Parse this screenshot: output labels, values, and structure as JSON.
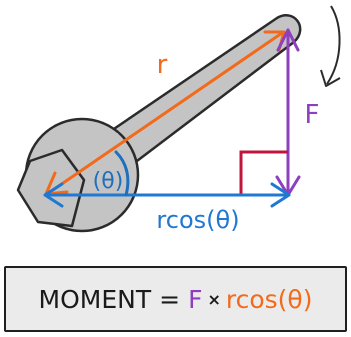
{
  "diagram": {
    "labels": {
      "r": "r",
      "F": "F",
      "theta": "(θ)",
      "rcos": "rcos(θ)"
    },
    "colors": {
      "r": "#f26a1b",
      "F": "#8e3fbe",
      "theta": "#1f6fbf",
      "rcos": "#1f78d1",
      "right_angle": "#c0143c",
      "wrench_fill": "#c4c4c4",
      "outline": "#2b2b2b",
      "formula_bg": "#ebebeb"
    },
    "icons": {
      "wrench": "wrench-icon",
      "bolt": "hex-bolt-icon",
      "rotation": "curved-rotation-arrow-icon"
    }
  },
  "formula": {
    "moment": "MOMENT",
    "equals": "=",
    "F": "F",
    "times": "×",
    "rcos": "rcos(θ)"
  }
}
